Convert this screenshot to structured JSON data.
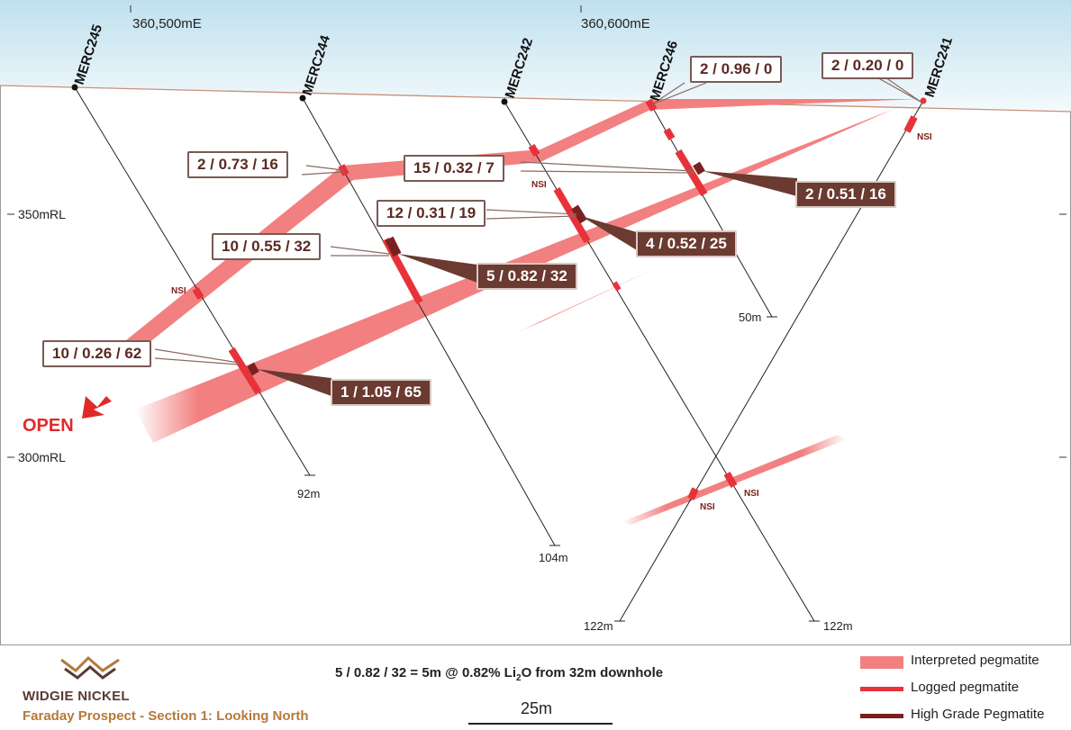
{
  "section": {
    "eastings": [
      "360,500mE",
      "360,600mE"
    ],
    "rl_labels": [
      "350mRL",
      "300mRL"
    ],
    "open_label": "OPEN",
    "nsi_label": "NSI"
  },
  "holes": [
    {
      "name": "MERC245",
      "depth": "92m"
    },
    {
      "name": "MERC244",
      "depth": "104m"
    },
    {
      "name": "MERC242",
      "depth": "122m"
    },
    {
      "name": "MERC246",
      "depth": "50m"
    },
    {
      "name": "MERC241",
      "depth": "122m"
    }
  ],
  "intercepts_light": [
    "2 / 0.96 / 0",
    "2 / 0.20 / 0",
    "2 / 0.73 / 16",
    "15 / 0.32 / 7",
    "12 / 0.31 / 19",
    "10 / 0.55 / 32",
    "10 / 0.26 / 62"
  ],
  "intercepts_dark": [
    "2 / 0.51 / 16",
    "4 / 0.52 / 25",
    "5 / 0.82 / 32",
    "1 / 1.05 / 65"
  ],
  "footer": {
    "company": "WIDGIE NICKEL",
    "caption": "Faraday Prospect - Section 1: Looking North",
    "definition_main": "5 / 0.82 / 32 = 5m @ 0.82% Li",
    "definition_sub": "2",
    "definition_tail": "O from 32m downhole",
    "scale_label": "25m"
  },
  "legend": [
    {
      "label": "Interpreted pegmatite",
      "color": "#f28080"
    },
    {
      "label": "Logged pegmatite",
      "color": "#e8323a"
    },
    {
      "label": "High Grade Pegmatite",
      "color": "#7a2020"
    }
  ]
}
